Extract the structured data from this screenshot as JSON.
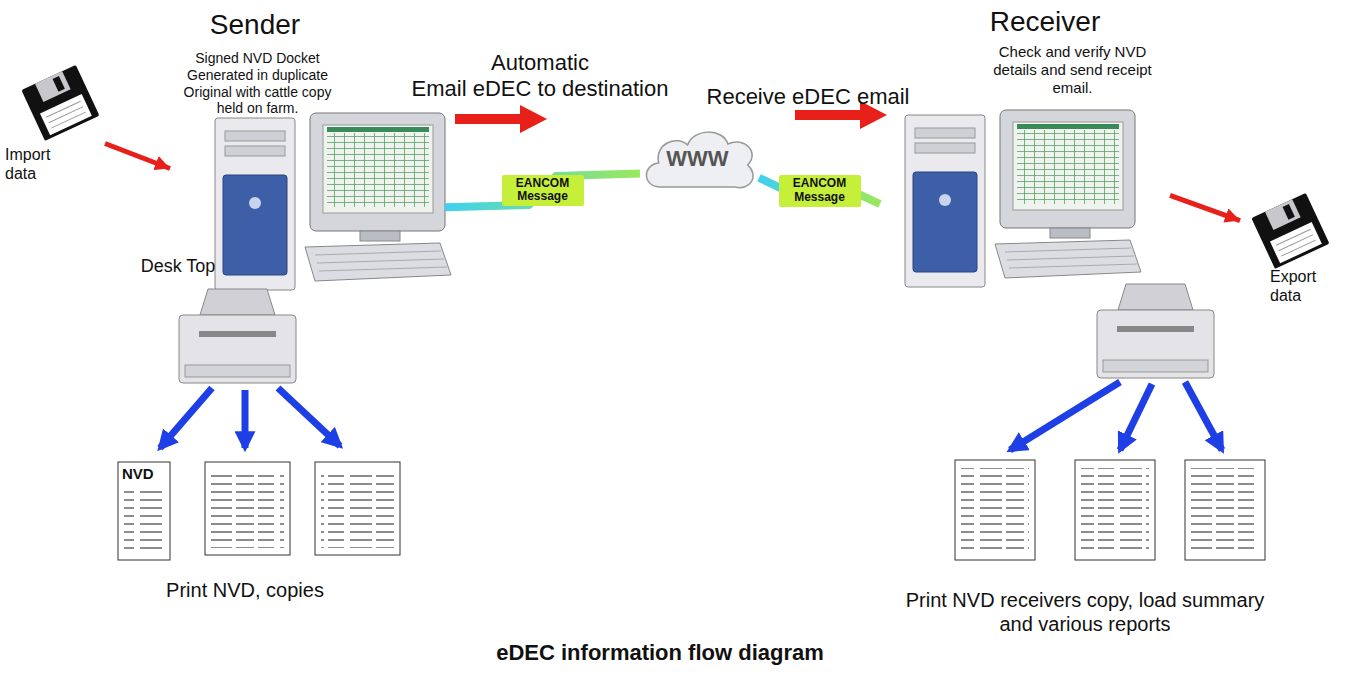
{
  "diagram": {
    "caption": "eDEC information flow diagram",
    "nodes": [
      {
        "text": [
          "Sender",
          "Signed NVD Docket Generated in duplicate Original with cattle copy held on farm."
        ]
      },
      {
        "text": [
          "Import data"
        ]
      },
      {
        "text": [
          "WWW"
        ]
      },
      {
        "text": [
          "Receiver",
          "Check and verify NVD details and send receipt email."
        ]
      },
      {
        "text": [
          "Export data"
        ]
      },
      {
        "text": [
          "NVD"
        ]
      }
    ],
    "edges": [
      {
        "from": 1,
        "to": 0,
        "arrow": "to"
      },
      {
        "from": 0,
        "to": 2,
        "label": "EANCOM Message",
        "arrow": "none"
      },
      {
        "from": 2,
        "to": 3,
        "label": "EANCOM Message",
        "arrow": "none"
      },
      {
        "from": 3,
        "to": 4,
        "arrow": "to"
      }
    ],
    "labels": [
      "Automatic",
      "Email eDEC to destination",
      "Receive eDEC email",
      "Desk Top",
      "Print NVD, copies",
      "Print NVD receivers copy, load summary and various reports"
    ]
  }
}
